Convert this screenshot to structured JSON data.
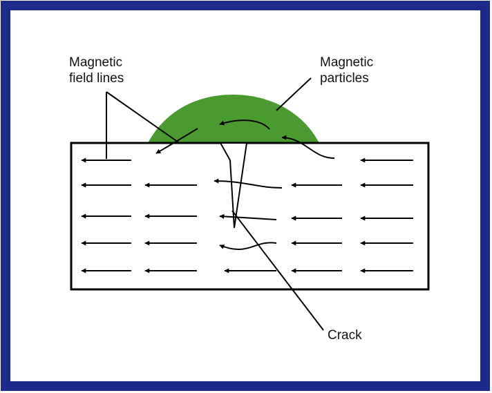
{
  "diagram": {
    "labels": {
      "field_lines": [
        "Magnetic",
        "field lines"
      ],
      "particles": [
        "Magnetic",
        "particles"
      ],
      "crack": "Crack"
    },
    "colors": {
      "border": "#1c2a8c",
      "particles": "#4a9b2f",
      "ink": "#000000",
      "background": "#ffffff"
    }
  }
}
